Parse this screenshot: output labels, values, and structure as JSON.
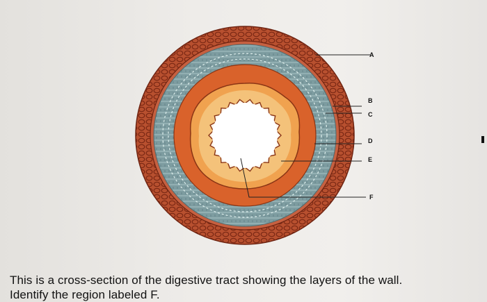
{
  "diagram": {
    "labels": [
      "A",
      "B",
      "C",
      "D",
      "E",
      "F"
    ],
    "colors": {
      "outer_layer": "#b8502f",
      "outer_cells": "#8a2f1a",
      "muscle_band": "#7c9a9e",
      "submucosa": "#d9622b",
      "mucosa": "#f0a24f",
      "lumen_edge": "#f4c27a",
      "lumen": "#ffffff"
    }
  },
  "question": {
    "line1": "This is a cross-section of the digestive tract showing the layers of the wall.",
    "line2": "Identify the region labeled F."
  }
}
